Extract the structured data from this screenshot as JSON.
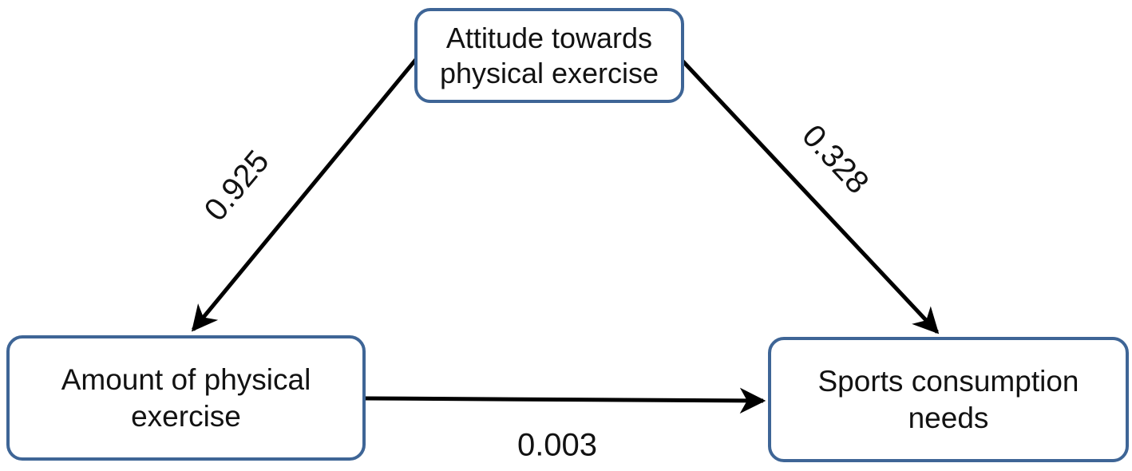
{
  "diagram": {
    "type": "path-mediation-diagram",
    "nodes": [
      {
        "id": "attitude",
        "label": "Attitude towards physical exercise",
        "role": "independent-variable"
      },
      {
        "id": "amount",
        "label": "Amount of physical exercise",
        "role": "mediator"
      },
      {
        "id": "sports",
        "label": "Sports consumption needs",
        "role": "dependent-variable"
      }
    ],
    "edges": [
      {
        "from": "attitude",
        "to": "amount",
        "coefficient": "0.925"
      },
      {
        "from": "attitude",
        "to": "sports",
        "coefficient": "0.328"
      },
      {
        "from": "amount",
        "to": "sports",
        "coefficient": "0.003"
      }
    ],
    "colors": {
      "node_border": "#3e6596",
      "node_fill": "#ffffff",
      "arrow": "#000000",
      "text": "#121212",
      "background": "#ffffff"
    }
  }
}
